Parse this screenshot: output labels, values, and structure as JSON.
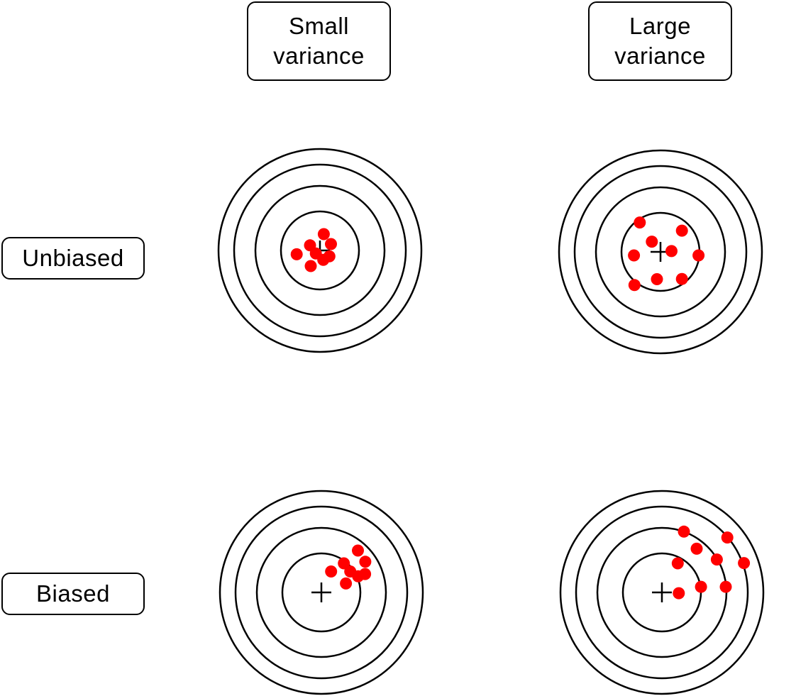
{
  "columns": {
    "small_variance": [
      "Small",
      "variance"
    ],
    "large_variance": [
      "Large",
      "variance"
    ]
  },
  "rows": {
    "unbiased": "Unbiased",
    "biased": "Biased"
  },
  "colors": {
    "ring": "#000000",
    "shot": "#ff0000",
    "background": "#ffffff"
  },
  "targets": [
    {
      "name": "unbiased-small-variance",
      "shots": [
        [
          0.15,
          0.64
        ],
        [
          0.43,
          0.25
        ],
        [
          -0.39,
          0.2
        ],
        [
          0.37,
          -0.23
        ],
        [
          -0.16,
          -0.12
        ],
        [
          0.13,
          -0.37
        ],
        [
          -0.91,
          -0.15
        ],
        [
          -0.36,
          -0.61
        ]
      ]
    },
    {
      "name": "unbiased-large-variance",
      "shots": [
        [
          -0.81,
          1.15
        ],
        [
          0.84,
          0.83
        ],
        [
          -0.34,
          0.4
        ],
        [
          0.43,
          0.03
        ],
        [
          -1.04,
          -0.14
        ],
        [
          1.49,
          -0.14
        ],
        [
          -1.02,
          -1.3
        ],
        [
          -0.14,
          -1.07
        ],
        [
          0.84,
          -1.06
        ]
      ]
    },
    {
      "name": "biased-small-variance",
      "shots": [
        [
          1.43,
          1.64
        ],
        [
          0.88,
          1.14
        ],
        [
          1.72,
          1.2
        ],
        [
          0.38,
          0.82
        ],
        [
          1.13,
          0.82
        ],
        [
          1.71,
          0.72
        ],
        [
          1.44,
          0.63
        ],
        [
          0.96,
          0.35
        ]
      ]
    },
    {
      "name": "biased-large-variance",
      "shots": [
        [
          0.86,
          2.38
        ],
        [
          2.56,
          2.15
        ],
        [
          1.36,
          1.71
        ],
        [
          2.15,
          1.29
        ],
        [
          3.21,
          1.15
        ],
        [
          0.62,
          1.14
        ],
        [
          1.53,
          0.22
        ],
        [
          2.5,
          0.22
        ],
        [
          0.66,
          -0.03
        ]
      ]
    }
  ]
}
